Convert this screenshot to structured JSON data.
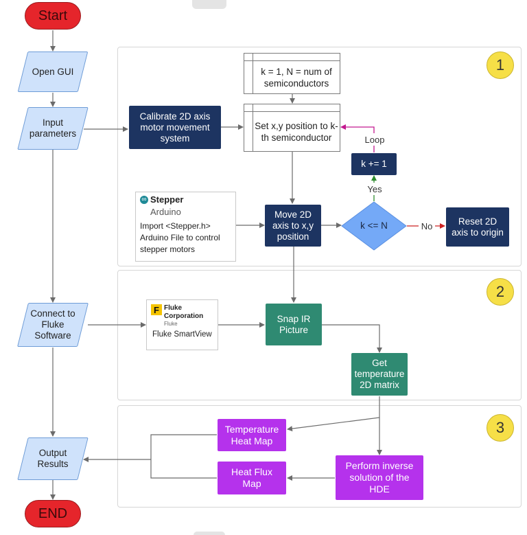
{
  "terminals": {
    "start": "Start",
    "end": "END"
  },
  "io": {
    "open_gui": "Open GUI",
    "input_params": "Input parameters",
    "connect_fluke": "Connect to Fluke Software",
    "output_results": "Output Results"
  },
  "badges": {
    "one": "1",
    "two": "2",
    "three": "3"
  },
  "steps": {
    "init": "k = 1, N = num of semiconductors",
    "calibrate": "Calibrate 2D axis motor movement system",
    "set_position": "Set x,y position to k-th semiconductor",
    "increment": "k += 1",
    "move_axis": "Move 2D axis to x,y position",
    "decision": "k <= N",
    "reset": "Reset 2D axis to origin",
    "snap": "Snap IR Picture",
    "get_matrix": "Get temperature 2D matrix",
    "temp_map": "Temperature Heat Map",
    "flux_map": "Heat Flux Map",
    "inverse": "Perform inverse solution of the HDE"
  },
  "edge_labels": {
    "loop": "Loop",
    "yes": "Yes",
    "no": "No"
  },
  "stepper_card": {
    "title": "Stepper",
    "subtitle": "Arduino",
    "desc1": "Import  <Stepper.h>",
    "desc2": "Arduino File to control",
    "desc3": "stepper motors",
    "logo_text": "∞"
  },
  "fluke_card": {
    "logo_letter": "F",
    "name1": "Fluke",
    "name2": "Corporation",
    "sub": "Fluke",
    "product": "Fluke SmartView"
  },
  "colors": {
    "terminal": "#e5252b",
    "io": "#cfe2fb",
    "navy": "#1d3461",
    "green": "#2f8a72",
    "purple": "#b532ec",
    "decision": "#74a9f7",
    "badge": "#f6df47",
    "loop_arrow": "#c2188f",
    "yes_arrow": "#2e8b2e",
    "no_arrow": "#cc2222"
  }
}
